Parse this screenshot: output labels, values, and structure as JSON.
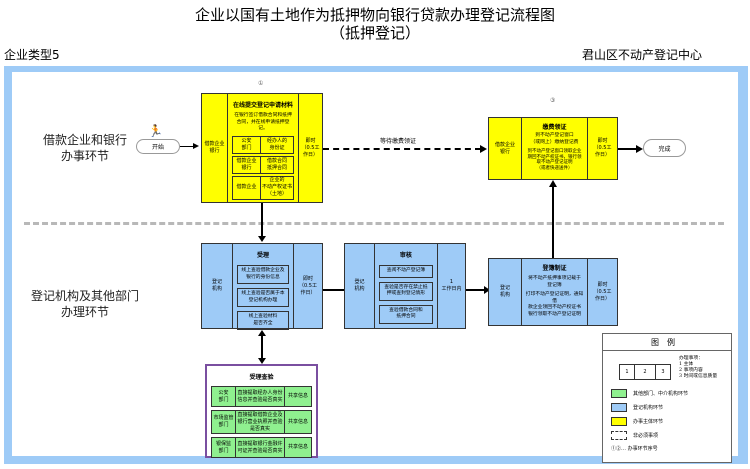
{
  "title": {
    "line1": "企业以国有土地作为抵押物向银行贷款办理登记流程图",
    "line2": "（抵押登记）"
  },
  "header": {
    "left": "企业类型5",
    "right": "君山区不动产登记中心"
  },
  "lanes": {
    "top": "借款企业和银行\n办事环节",
    "bottom": "登记机构及其他部门\n办理环节"
  },
  "colors": {
    "yellow": "#ffff00",
    "blue": "#9ecbf7",
    "green": "#8ff08f",
    "purple": "#7a4fa0"
  },
  "terminals": {
    "start": "开始",
    "end": "完成"
  },
  "edge_label": "等待缴费领证",
  "step1": {
    "num": "①",
    "left": "借款企业\n银行",
    "title": "在线提交登记申请材料",
    "desc": "在银行签订借款合同和抵押合同，并在线申请抵押登记。",
    "rows": [
      [
        "公安\n部门",
        "经办人的\n身份证"
      ],
      [
        "借款企业\n银行",
        "借款合同\n抵押合同"
      ],
      [
        "借款企业",
        "企业的\n不动产权证书\n（土地）"
      ]
    ],
    "right": "即时\n（0.5工\n作日）"
  },
  "step2": {
    "left": "登记\n机构",
    "title": "受理",
    "items": [
      "线上查验借款企业及\n银行的身份信息",
      "线上查验是否属于本\n登记机构办理",
      "线上查验材料\n是否齐全"
    ],
    "right": "即时\n（0.5工\n作日）"
  },
  "step3": {
    "left": "登记\n机构",
    "title": "审核",
    "items": [
      "查阅不动产登记簿",
      "查验是否存在禁止抵\n押或查封登记情形",
      "查验借款合同和\n抵押合同"
    ],
    "right": "1\n工作日内"
  },
  "step4": {
    "left": "登记\n机构",
    "title": "登簿制证",
    "desc1": "将不动产抵押事项记载于\n登记簿",
    "desc2": "打印不动产登记证明，通知借\n款企业领回不动产权证书\n银行领取不动产登记证明",
    "right": "即时\n（0.5工\n作日）"
  },
  "step5": {
    "num": "③",
    "left": "借款企业\n银行",
    "title": "缴费领证",
    "desc1": "到不动产登记窗口\n（或网上）缴纳登记费",
    "desc2": "到不动产登记窗口领取企业\n期回不动产权证书，银行领\n取不动产登记证明\n（或者快递送件）",
    "right": "即时\n（0.5工\n作日）"
  },
  "verify": {
    "title": "受理查验",
    "rows": [
      [
        "公安\n部门",
        "直接提取经办人身份\n信息并查验是否真实",
        "共享信息"
      ],
      [
        "市场监管\n部门",
        "直接提取借款企业及\n银行营业执照并查验\n是否真实",
        "共享信息"
      ],
      [
        "银保监\n部门",
        "直接提取银行金融许\n可证并查验是否真实",
        "共享信息"
      ]
    ]
  },
  "legend": {
    "title": "图例",
    "cells": [
      "1",
      "2",
      "3"
    ],
    "notes": "办理事项：\n1 主体\n2 事项内容\n3 时间或信息质量",
    "items": [
      "其他部门、中介机构环节",
      "登记机构环节",
      "办事主体环节",
      "非必须事项",
      "①②… 办事环节序号"
    ]
  }
}
